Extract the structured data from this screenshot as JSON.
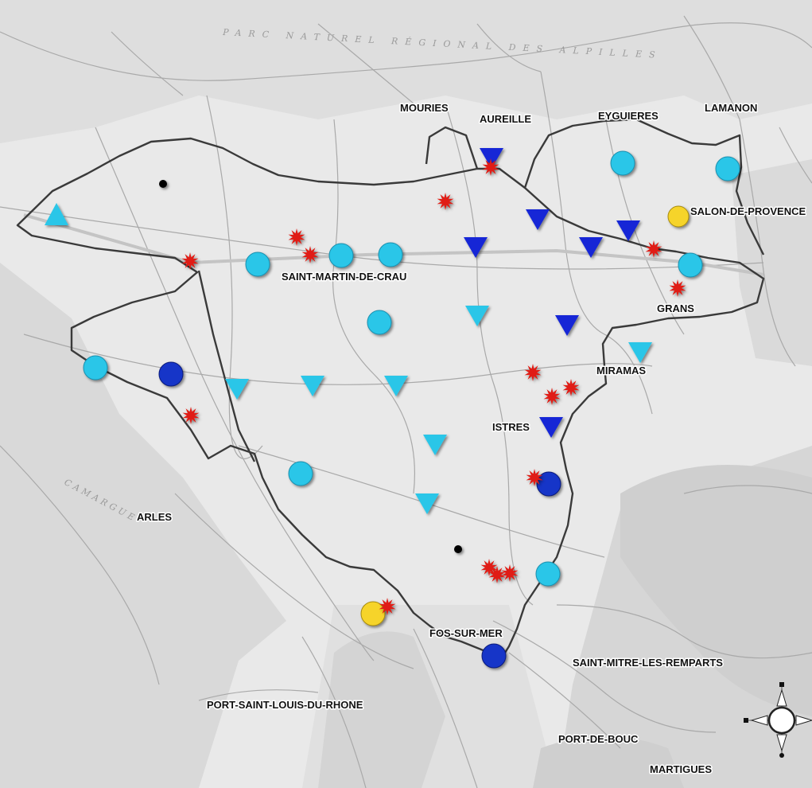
{
  "background_labels": {
    "park": "PARC NATUREL RÉGIONAL DES ALPILLES",
    "camargue": "CAMARGUE"
  },
  "towns": [
    {
      "id": "mouries",
      "label": "MOURIES"
    },
    {
      "id": "aureille",
      "label": "AUREILLE"
    },
    {
      "id": "eyguieres",
      "label": "EYGUIERES"
    },
    {
      "id": "lamanon",
      "label": "LAMANON"
    },
    {
      "id": "salon",
      "label": "SALON-DE-PROVENCE"
    },
    {
      "id": "saint-martin",
      "label": "SAINT-MARTIN-DE-CRAU"
    },
    {
      "id": "grans",
      "label": "GRANS"
    },
    {
      "id": "miramas",
      "label": "MIRAMAS"
    },
    {
      "id": "istres",
      "label": "ISTRES"
    },
    {
      "id": "arles",
      "label": "ARLES"
    },
    {
      "id": "fos",
      "label": "FOS-SUR-MER"
    },
    {
      "id": "saint-mitre",
      "label": "SAINT-MITRE-LES-REMPARTS"
    },
    {
      "id": "port-saint-louis",
      "label": "PORT-SAINT-LOUIS-DU-RHONE"
    },
    {
      "id": "port-de-bouc",
      "label": "PORT-DE-BOUC"
    },
    {
      "id": "martigues",
      "label": "MARTIGUES"
    }
  ],
  "marker_colors": {
    "light_blue": "#29c6e8",
    "dark_blue": "#1226d6",
    "yellow": "#f6d42a",
    "red": "#e01b12",
    "black": "#000000"
  },
  "marker_types": {
    "light_circle": "light-blue-circle",
    "dark_circle": "dark-blue-circle",
    "yellow_circle": "yellow-circle",
    "light_down": "light-blue-down-triangle",
    "dark_down": "dark-blue-down-triangle",
    "light_up": "light-blue-up-triangle",
    "red_star": "red-star",
    "black_dot": "black-dot"
  },
  "compass": "compass-rose-icon"
}
